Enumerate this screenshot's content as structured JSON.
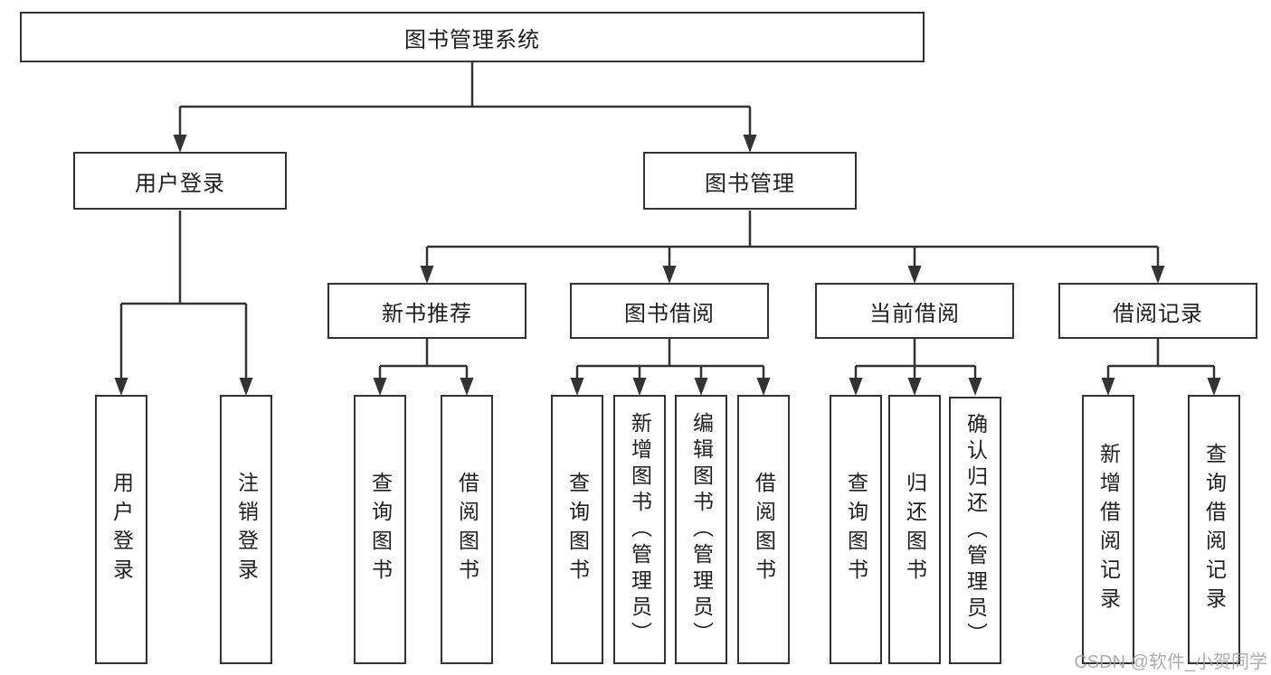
{
  "diagram_title": "图书管理系统",
  "tree": {
    "label": "图书管理系统",
    "children": [
      {
        "label": "用户登录",
        "children": [
          {
            "label": "用户登录"
          },
          {
            "label": "注销登录"
          }
        ]
      },
      {
        "label": "图书管理",
        "children": [
          {
            "label": "新书推荐",
            "children": [
              {
                "label": "查询图书"
              },
              {
                "label": "借阅图书"
              }
            ]
          },
          {
            "label": "图书借阅",
            "children": [
              {
                "label": "查询图书"
              },
              {
                "label": "新增图书（管理员）"
              },
              {
                "label": "编辑图书（管理员）"
              },
              {
                "label": "借阅图书"
              }
            ]
          },
          {
            "label": "当前借阅",
            "children": [
              {
                "label": "查询图书"
              },
              {
                "label": "归还图书"
              },
              {
                "label": "确认归还（管理员）"
              }
            ]
          },
          {
            "label": "借阅记录",
            "children": [
              {
                "label": "新增借阅记录"
              },
              {
                "label": "查询借阅记录"
              }
            ]
          }
        ]
      }
    ]
  },
  "colors": {
    "box_border": "#333333",
    "connector_line": "#333333",
    "text": "#202020",
    "background": "#ffffff",
    "watermark": "#9f9f9f"
  },
  "watermark": {
    "text": "CSDN @软件_小贺同学"
  }
}
